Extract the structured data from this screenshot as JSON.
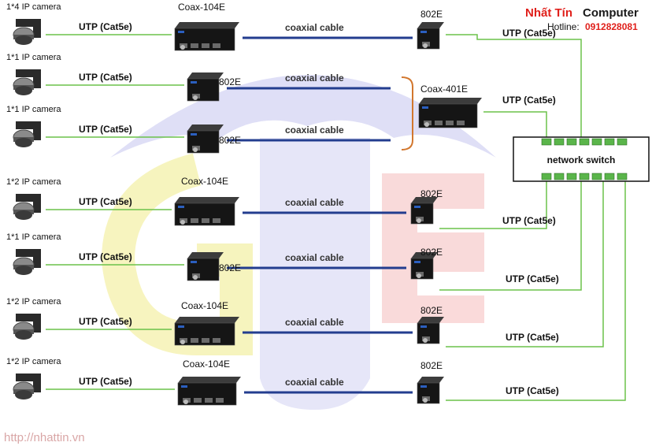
{
  "brand": {
    "name_red": "Nhất Tín",
    "name_dark": "Computer",
    "hotline_label": "Hotline:",
    "hotline_number": "0912828081"
  },
  "website": "http://nhattin.vn",
  "switch_label": "network switch",
  "rows": [
    {
      "camera": "1*4 IP camera",
      "utp": "UTP (Cat5e)",
      "encoder": "Coax-104E",
      "coax": "coaxial cable",
      "receiver": "802E",
      "receiver_utp": "UTP (Cat5e)"
    },
    {
      "camera": "1*1 IP camera",
      "utp": "UTP (Cat5e)",
      "encoder": "802E",
      "coax": "coaxial cable"
    },
    {
      "camera": "1*1 IP camera",
      "utp": "UTP (Cat5e)",
      "encoder": "802E",
      "coax": "coaxial cable"
    },
    {
      "camera": "1*2 IP camera",
      "utp": "UTP (Cat5e)",
      "encoder": "Coax-104E",
      "coax": "coaxial cable",
      "receiver": "802E",
      "receiver_utp": "UTP (Cat5e)"
    },
    {
      "camera": "1*1 IP camera",
      "utp": "UTP (Cat5e)",
      "encoder": "802E",
      "coax": "coaxial cable",
      "receiver": "802E",
      "receiver_utp": "UTP (Cat5e)"
    },
    {
      "camera": "1*2 IP camera",
      "utp": "UTP (Cat5e)",
      "encoder": "Coax-104E",
      "coax": "coaxial cable",
      "receiver": "802E",
      "receiver_utp": "UTP (Cat5e)"
    },
    {
      "camera": "1*2 IP camera",
      "utp": "UTP (Cat5e)",
      "encoder": "Coax-104E",
      "coax": "coaxial cable",
      "receiver": "802E",
      "receiver_utp": "UTP (Cat5e)"
    }
  ],
  "group_receiver": {
    "label": "Coax-401E",
    "utp": "UTP (Cat5e)"
  },
  "colors": {
    "utp_line": "#6cc24a",
    "coax_line": "#233d8f",
    "bracket": "#d2772e",
    "brand_red": "#e0201b"
  }
}
